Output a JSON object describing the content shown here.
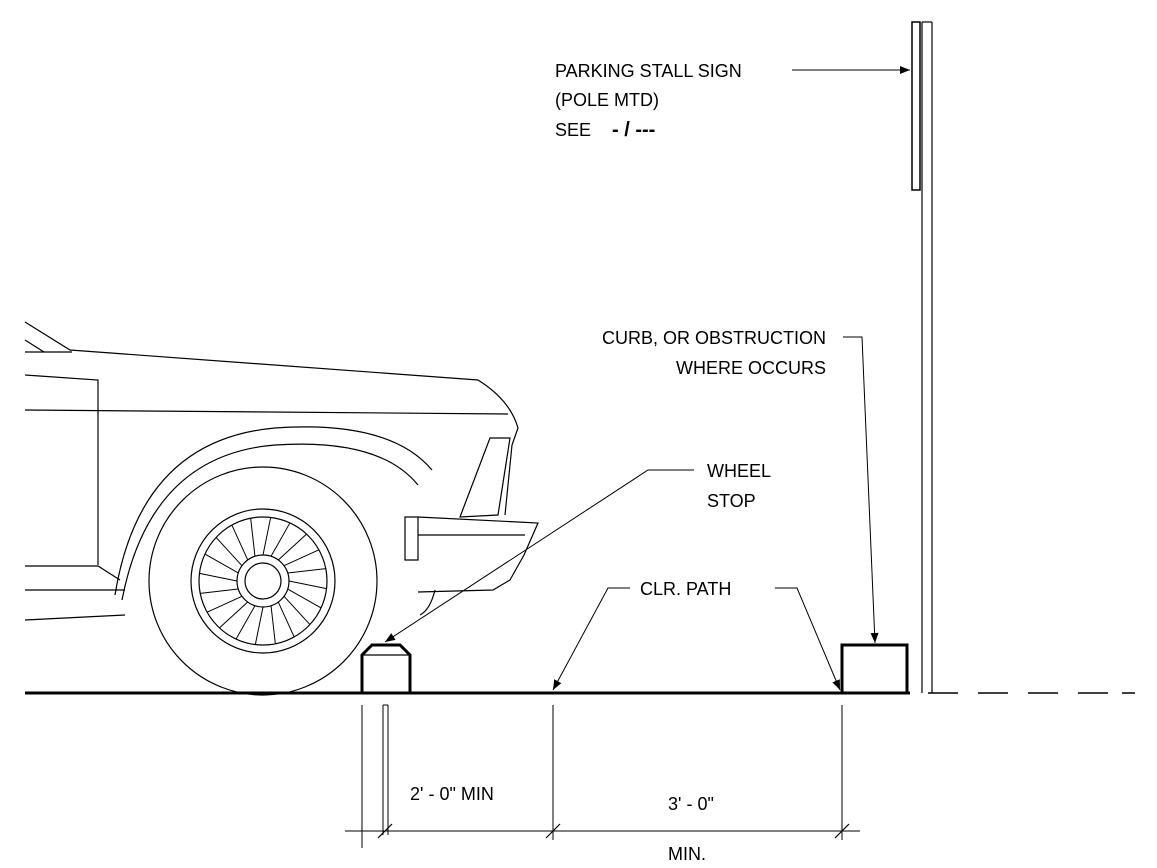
{
  "labels": {
    "sign_line1": "PARKING STALL SIGN",
    "sign_line2": "(POLE MTD)",
    "sign_see": "SEE",
    "sign_ref": "- / ---",
    "curb_line1": "CURB, OR OBSTRUCTION",
    "curb_line2": "WHERE OCCURS",
    "wheel_line1": "WHEEL",
    "wheel_line2": "STOP",
    "clr_path": "CLR. PATH",
    "dim_left": "2' - 0\" MIN",
    "dim_right": "3' - 0\"",
    "dim_right_min": "MIN."
  },
  "icons": {
    "car": "car-front-icon",
    "wheel": "wheel-icon"
  }
}
